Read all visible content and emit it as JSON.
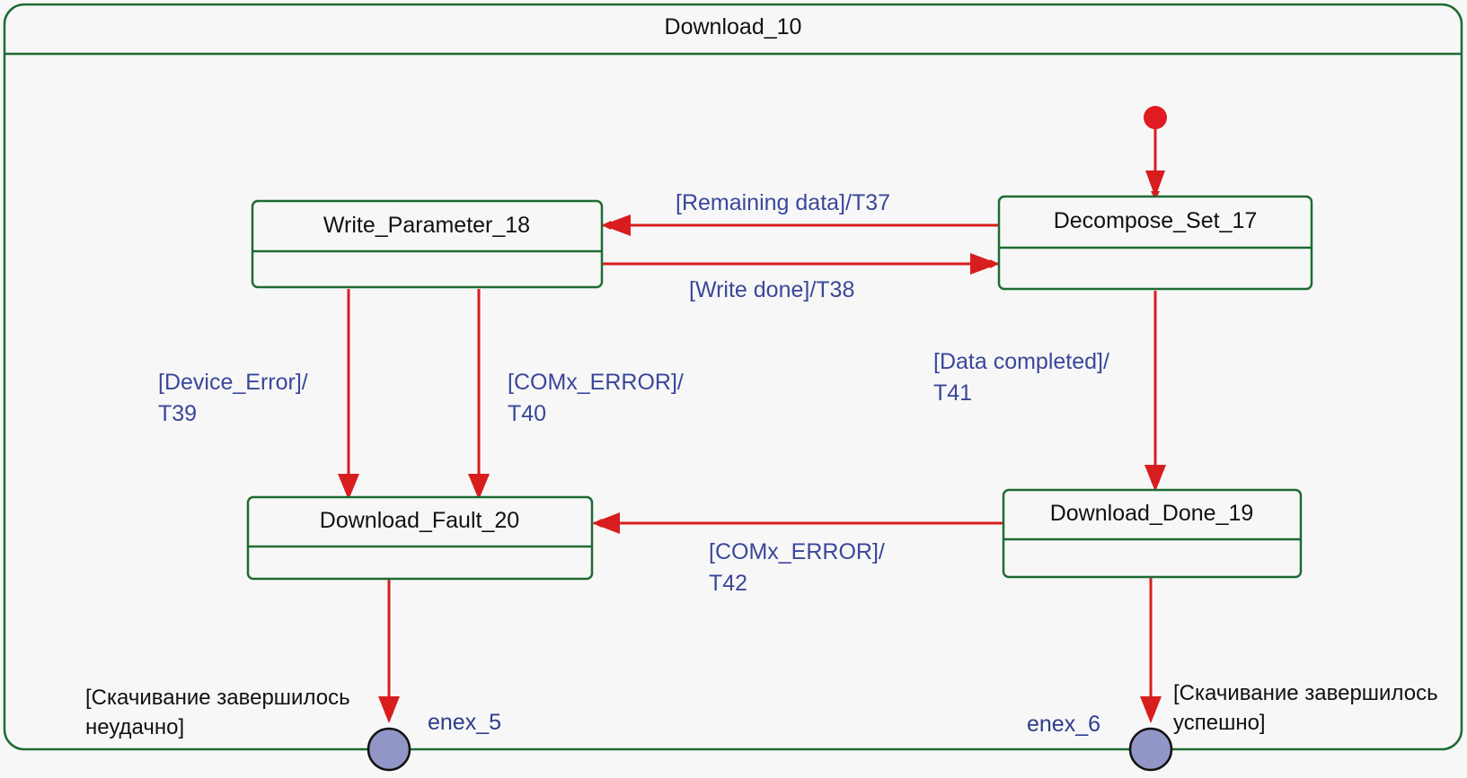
{
  "colors": {
    "state_border": "#1e6b32",
    "transition": "#d81d1f",
    "label": "#3a479a",
    "exit_point": "#9196c6",
    "initial": "#e01b22",
    "background": "#f7f7f7"
  },
  "container": {
    "title": "Download_10"
  },
  "states": {
    "write_parameter": "Write_Parameter_18",
    "decompose_set": "Decompose_Set_17",
    "download_fault": "Download_Fault_20",
    "download_done": "Download_Done_19"
  },
  "transitions": {
    "t37": "[Remaining data]/T37",
    "t38": "[Write done]/T38",
    "t39": {
      "line1": "[Device_Error]/",
      "line2": "T39"
    },
    "t40": {
      "line1": "[COMx_ERROR]/",
      "line2": "T40"
    },
    "t41": {
      "line1": "[Data completed]/",
      "line2": "T41"
    },
    "t42": {
      "line1": "[COMx_ERROR]/",
      "line2": "T42"
    }
  },
  "exit_points": {
    "enex_5": {
      "name": "enex_5",
      "note_line1": "[Скачивание завершилось",
      "note_line2": "неудачно]"
    },
    "enex_6": {
      "name": "enex_6",
      "note_line1": "[Скачивание завершилось",
      "note_line2": "успешно]"
    }
  },
  "icons": {
    "initial": "initial-pseudostate-icon",
    "exit": "exit-point-icon"
  }
}
